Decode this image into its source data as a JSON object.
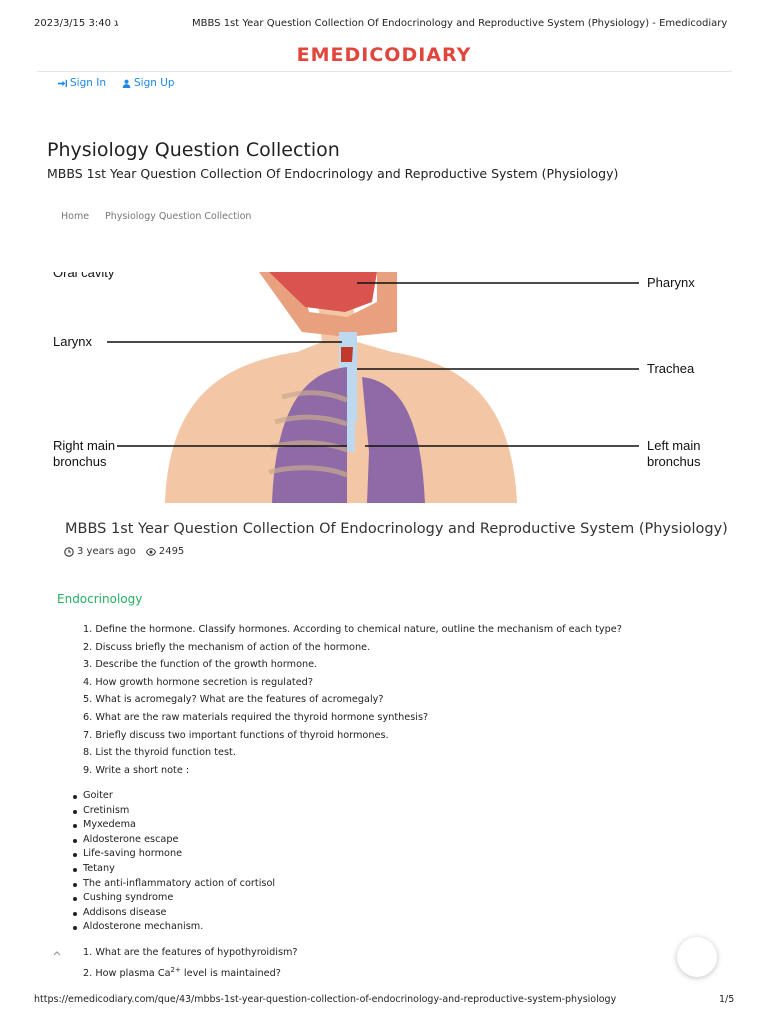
{
  "print_header": {
    "time": "ג 3:40 2023/3/15",
    "title": "MBBS 1st Year Question Collection Of Endocrinology and Reproductive System (Physiology) - Emedicodiary"
  },
  "logo": "EMEDICODIARY",
  "auth": {
    "sign_in": "Sign In",
    "sign_up": "Sign Up"
  },
  "page": {
    "title": "Physiology Question Collection",
    "subtitle": "MBBS 1st Year Question Collection Of Endocrinology and Reproductive System (Physiology)"
  },
  "breadcrumb": [
    "Home",
    "Physiology Question Collection"
  ],
  "hero_labels": {
    "top_left": "Oral cavity",
    "pharynx": "Pharynx",
    "larynx": "Larynx",
    "trachea": "Trachea",
    "right_main_1": "Right main",
    "right_main_2": "bronchus",
    "left_main_1": "Left main",
    "left_main_2": "bronchus"
  },
  "article": {
    "title": "MBBS 1st Year Question Collection Of Endocrinology and Reproductive System (Physiology)",
    "age": "3 years ago",
    "views": "2495"
  },
  "section_title": "Endocrinology",
  "questions_1": [
    "1. Define the hormone. Classify hormones. According to chemical nature, outline the mechanism of each type?",
    "2. Discuss briefly the mechanism of action of the hormone.",
    "3. Describe the function of the growth hormone.",
    "4. How growth hormone secretion is regulated?",
    "5. What is acromegaly? What are the features of acromegaly?",
    "6. What are the raw materials required the thyroid hormone synthesis?",
    "7. Briefly discuss two important functions of thyroid hormones.",
    "8. List the thyroid function test.",
    "9. Write a short note :"
  ],
  "short_notes": [
    "Goiter",
    "Cretinism",
    "Myxedema",
    "Aldosterone escape",
    "Life-saving hormone",
    "Tetany",
    "The anti-inflammatory action of cortisol",
    "Cushing syndrome",
    "Addisons disease",
    "Aldosterone mechanism."
  ],
  "questions_2": {
    "q1": "1. What are the features of hypothyroidism?",
    "q2_prefix": "2. How plasma Ca",
    "q2_sup": "2+",
    "q2_suffix": " level is maintained?"
  },
  "footer": {
    "url": "https://emedicodiary.com/que/43/mbbs-1st-year-question-collection-of-endocrinology-and-reproductive-system-physiology",
    "page": "1/5"
  },
  "colors": {
    "brand": "#e0463c",
    "link": "#1e88e5",
    "section": "#27ae60"
  }
}
